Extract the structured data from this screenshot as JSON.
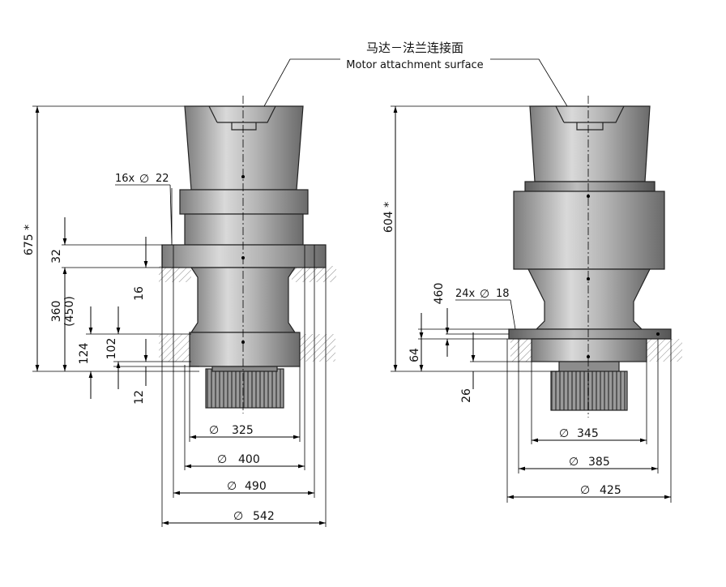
{
  "header": {
    "title_cn": "马达－法兰连接面",
    "title_en": "Motor attachment surface"
  },
  "left_view": {
    "dims": {
      "height_total": "675 *",
      "flange_thk": "32",
      "stack_height": "360",
      "stack_height_alt": "(450)",
      "h124": "124",
      "h102": "102",
      "h16": "16",
      "h12": "12",
      "holes": "16x",
      "hole_dia": "22",
      "d325": "325",
      "d400": "400",
      "d490": "490",
      "d542": "542"
    }
  },
  "right_view": {
    "dims": {
      "height_total": "604 *",
      "h460": "460",
      "h64": "64",
      "h26": "26",
      "holes": "24x",
      "hole_dia": "18",
      "d345": "345",
      "d385": "385",
      "d425": "425"
    }
  },
  "colors": {
    "metal_light": "#d6d6d6",
    "metal_mid": "#a8a8a8",
    "metal_dark": "#6e6e6e",
    "hatch": "#8a8a8a"
  }
}
